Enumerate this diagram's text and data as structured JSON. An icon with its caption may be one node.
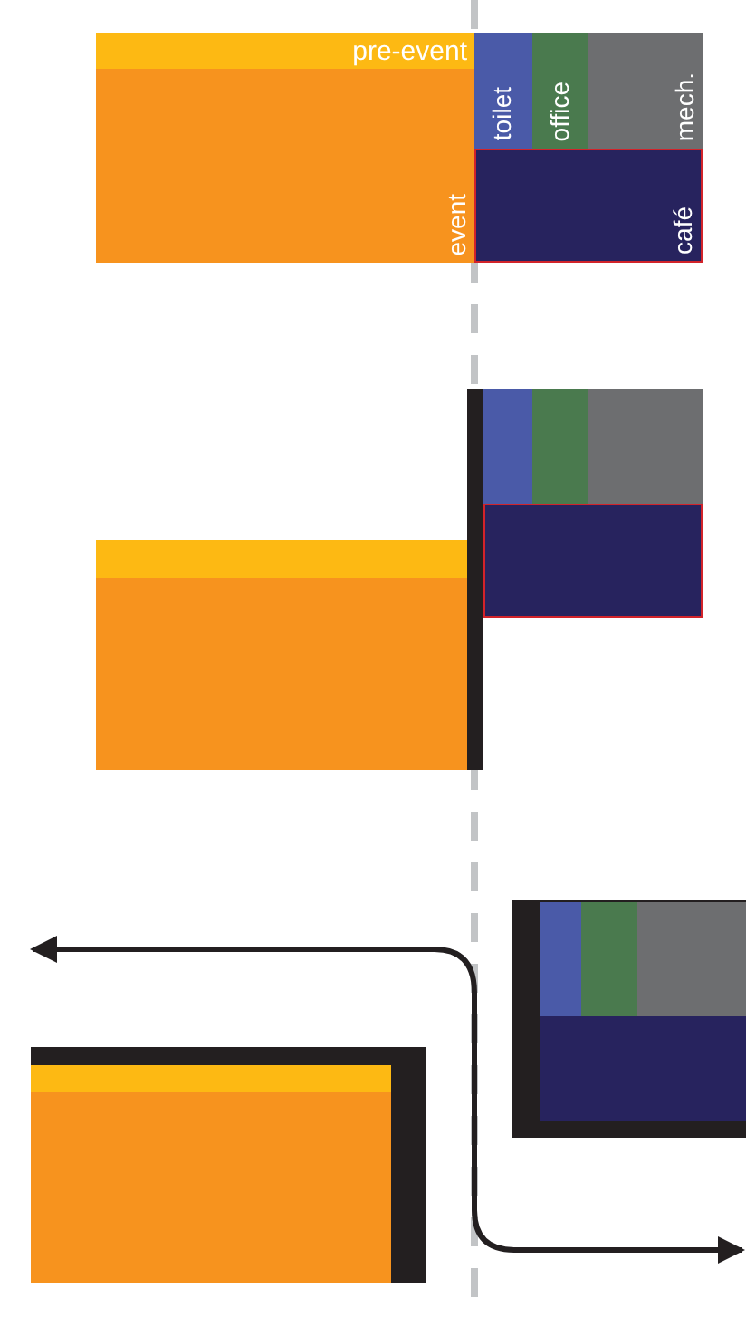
{
  "diagram": {
    "nodes": [
      {
        "text": [
          "pre-event"
        ]
      },
      {
        "text": [
          "event"
        ]
      },
      {
        "text": [
          "toilet"
        ]
      },
      {
        "text": [
          "office"
        ]
      },
      {
        "text": [
          "mech."
        ]
      },
      {
        "text": [
          "café"
        ]
      },
      {
        "text": [],
        "shape": "box"
      },
      {
        "text": [],
        "shape": "box"
      },
      {
        "text": [],
        "shape": "box"
      },
      {
        "text": [],
        "shape": "box"
      },
      {
        "text": [],
        "shape": "box"
      },
      {
        "text": [],
        "shape": "box"
      },
      {
        "text": [],
        "shape": "box"
      },
      {
        "text": [],
        "shape": "box"
      },
      {
        "text": [],
        "shape": "box"
      },
      {
        "text": [],
        "shape": "box"
      },
      {
        "text": [],
        "shape": "box"
      },
      {
        "text": [],
        "shape": "box"
      }
    ]
  }
}
